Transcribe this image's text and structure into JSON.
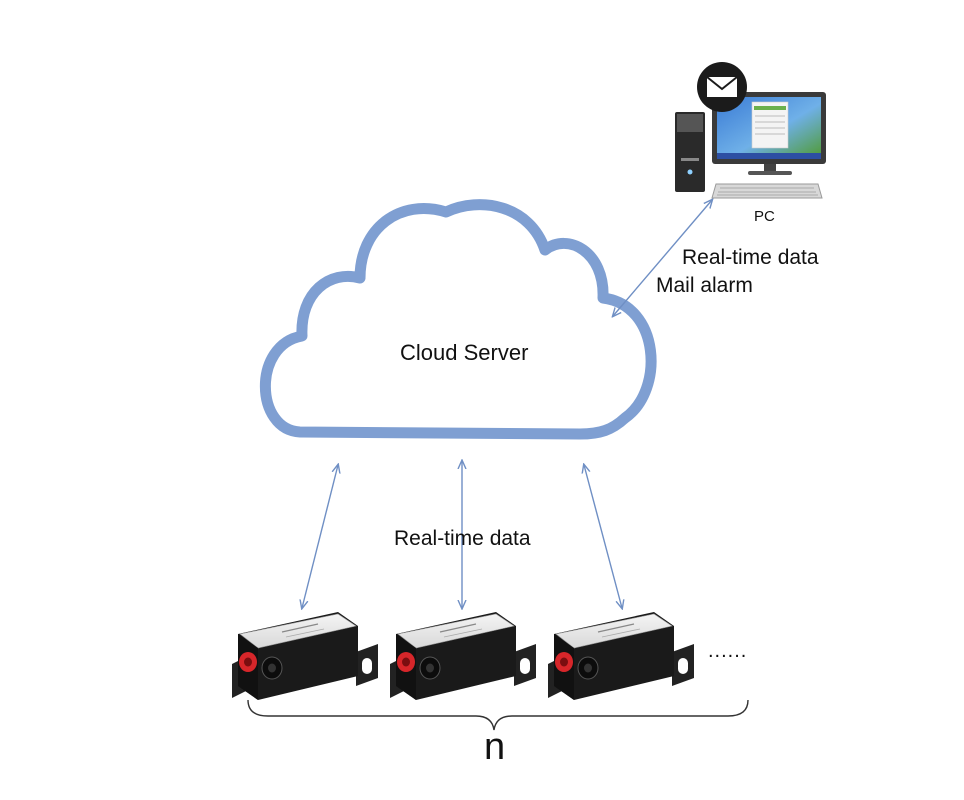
{
  "cloud": {
    "label": "Cloud Server"
  },
  "pc": {
    "label": "PC"
  },
  "pc_link": {
    "line1": "Real-time data",
    "line2": "Mail alarm"
  },
  "device_link": {
    "label": "Real-time data"
  },
  "devices": {
    "ellipsis": "......",
    "count_label": "n"
  },
  "colors": {
    "cloud_stroke": "#7f9fd2",
    "arrow": "#6f8fc4",
    "terminal_red": "#d7262a",
    "device_body": "#1a1a1a"
  },
  "icons": [
    "mail-icon",
    "computer-tower-icon",
    "monitor-icon",
    "keyboard-icon",
    "device-box-icon"
  ]
}
